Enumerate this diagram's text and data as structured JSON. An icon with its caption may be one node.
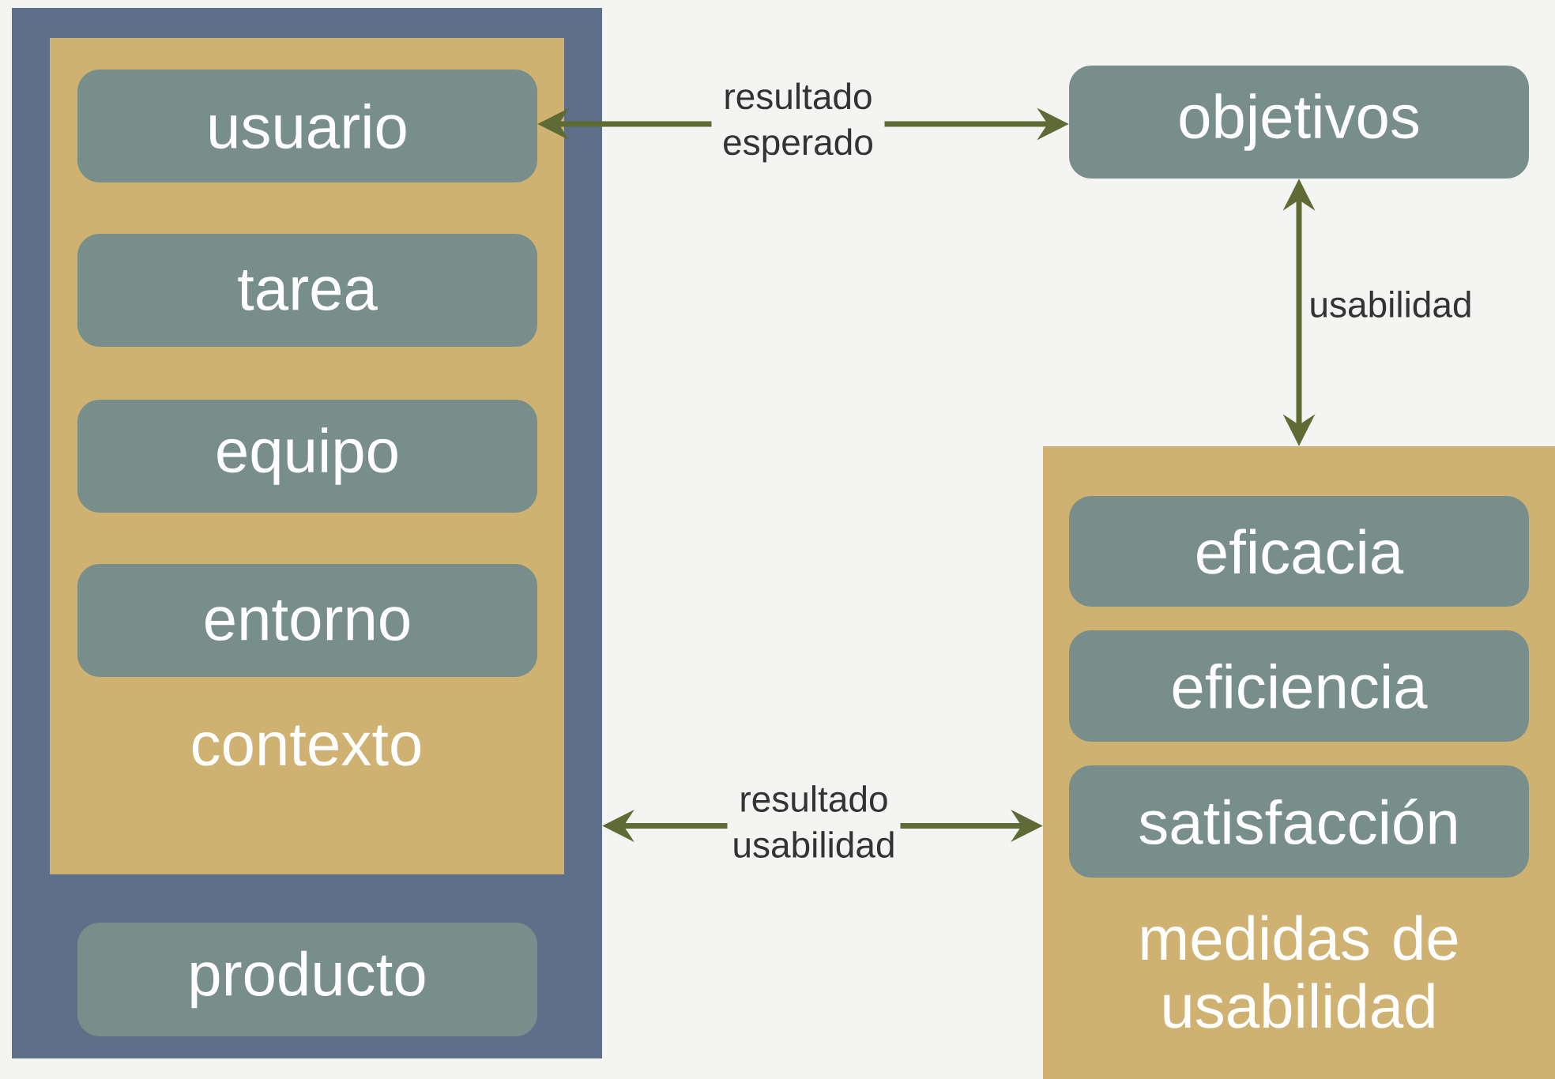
{
  "diagram": {
    "nodes": [
      {
        "text": [],
        "shape": "box"
      },
      {
        "text": [
          "contexto"
        ],
        "in": 0
      },
      {
        "text": [
          "usuario"
        ],
        "in": 1
      },
      {
        "text": [
          "tarea"
        ],
        "in": 1
      },
      {
        "text": [
          "equipo"
        ],
        "in": 1
      },
      {
        "text": [
          "entorno"
        ],
        "in": 1
      },
      {
        "text": [
          "producto"
        ],
        "in": 0
      },
      {
        "text": [
          "objetivos"
        ]
      },
      {
        "text": [
          "medidas de usabilidad"
        ]
      },
      {
        "text": [
          "eficacia"
        ],
        "in": 8
      },
      {
        "text": [
          "eficiencia"
        ],
        "in": 8
      },
      {
        "text": [
          "satisfacción"
        ],
        "in": 8
      }
    ],
    "edges": [
      {
        "from": 2,
        "to": 7,
        "arrow": "both",
        "label": "resultado esperado"
      },
      {
        "from": 7,
        "to": 8,
        "arrow": "both",
        "label": "usabilidad"
      },
      {
        "from": 0,
        "to": 8,
        "arrow": "both",
        "label": "resultado usabilidad"
      }
    ]
  }
}
